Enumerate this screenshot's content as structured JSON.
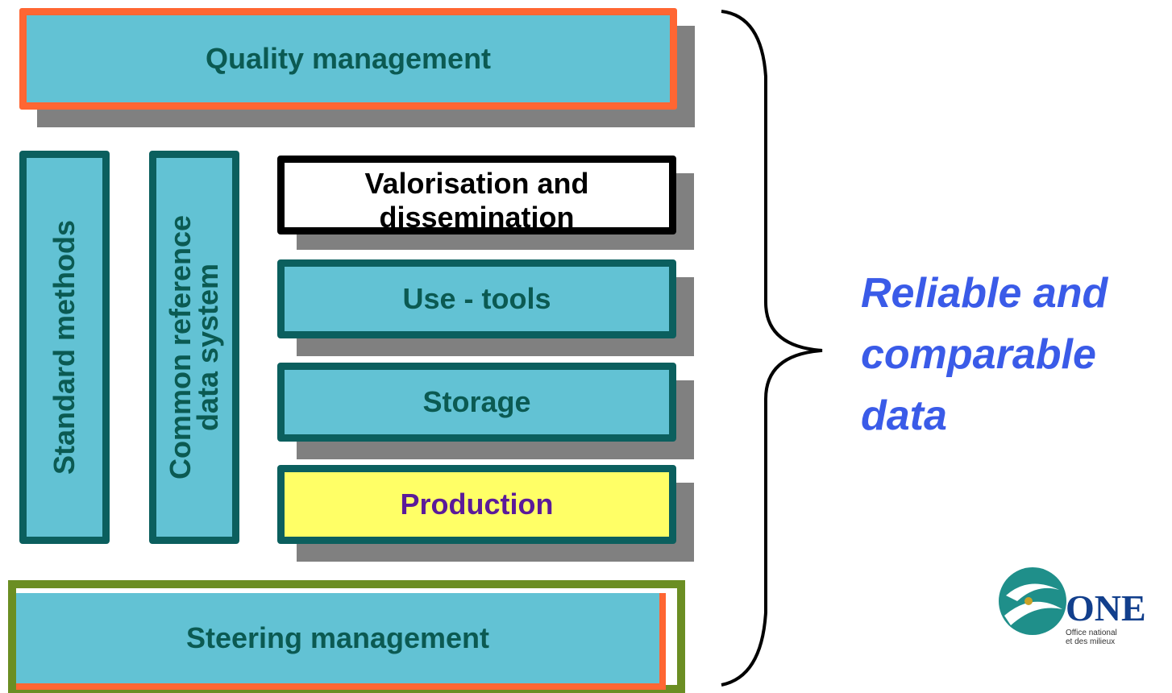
{
  "boxes": {
    "quality_management": "Quality management",
    "standard_methods": "Standard methods",
    "common_reference_line1": "Common reference",
    "common_reference_line2": "data system",
    "valorisation_line1": "Valorisation and",
    "valorisation_line2": "dissemination",
    "use_tools": "Use - tools",
    "storage": "Storage",
    "production": "Production",
    "steering_management": "Steering management"
  },
  "outcome": {
    "line1": "Reliable and",
    "line2": "comparable",
    "line3": "data"
  },
  "logo": {
    "text": "ONE",
    "subtitle_line1": "Office national",
    "subtitle_line2": "et des milieux"
  },
  "colors": {
    "box_fill": "#62c2d4",
    "box_border_teal": "#0b5f5e",
    "quality_border": "#ff6633",
    "steering_border": "#6b8e23",
    "production_fill": "#ffff66",
    "production_text": "#5b1a9a",
    "outcome_text": "#3a5be8"
  }
}
